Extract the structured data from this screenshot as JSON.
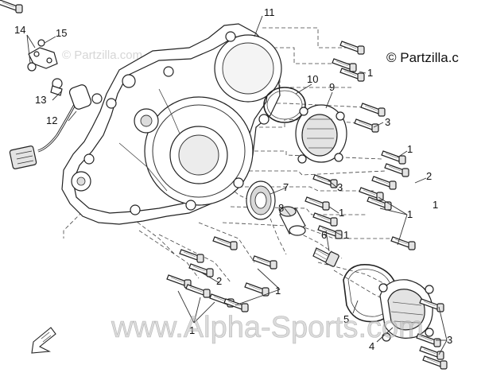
{
  "watermarks": {
    "partzilla_faint": "© Partzilla.com",
    "partzilla_copyright": "© Partzilla.c",
    "alpha_sports": "www.Alpha-Sports.com"
  },
  "callouts": {
    "c1_a": "1",
    "c1_b": "1",
    "c1_c": "1",
    "c1_d": "1",
    "c1_e": "1",
    "c1_f": "1",
    "c1_g": "1",
    "c1_h": "1",
    "c2_a": "2",
    "c2_b": "2",
    "c3_a": "3",
    "c3_b": "3",
    "c3_c": "3",
    "c4": "4",
    "c5": "5",
    "c6": "6",
    "c7": "7",
    "c8": "8",
    "c9": "9",
    "c10": "10",
    "c11": "11",
    "c12": "12",
    "c13": "13",
    "c14": "14",
    "c15": "15"
  },
  "colors": {
    "ink": "#222222",
    "watermark": "#d6d6d6",
    "background": "#ffffff"
  },
  "icons": {
    "front_indicator": "front-arrow-icon"
  }
}
